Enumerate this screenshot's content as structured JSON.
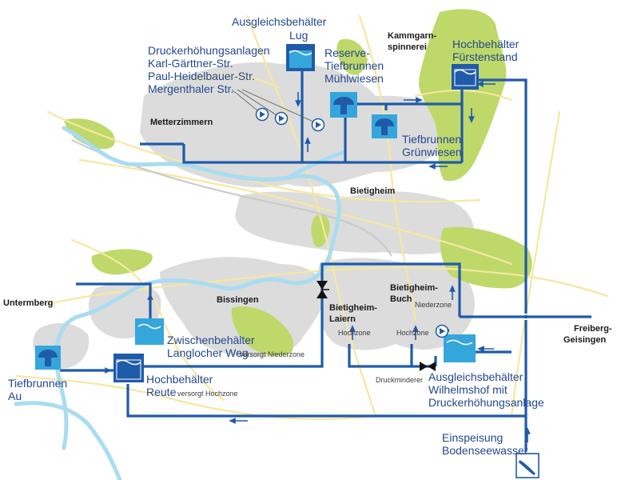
{
  "colors": {
    "pipe": "#1f5ba8",
    "settlement": "#dcdcdc",
    "forest": "#bfd86a",
    "river": "#a9dcf0",
    "road": "#f6e7a0",
    "tank": "#1f5ba8",
    "tank_light": "#35a6dc"
  },
  "icons": [
    "tank-icon",
    "well-icon",
    "pump-icon",
    "valve-icon",
    "pressure-reducer-icon",
    "lake-icon"
  ],
  "labels": {
    "ausgleich_lug": [
      "Ausgleichsbehälter",
      "Lug"
    ],
    "druckerhoehung": [
      "Druckerhöhungsanlagen",
      "Karl-Gärttner-Str.",
      "Paul-Heidelbauer-Str.",
      "Mergenthaler Str."
    ],
    "reserve_tiefbrunnen": [
      "Reserve-",
      "Tiefbrunnen",
      "Mühlwiesen"
    ],
    "kammgarn": [
      "Kammgarn-",
      "spinnerei"
    ],
    "hochbehaelter_fuerstenstand": [
      "Hochbehälter",
      "Fürstenstand"
    ],
    "tiefbrunnen_gruenwiesen": [
      "Tiefbrunnen",
      "Grünwiesen"
    ],
    "metterzimmern": "Metterzimmern",
    "bietigheim": "Bietigheim",
    "bietigheim_buch": [
      "Bietigheim-",
      "Buch"
    ],
    "niederzone_buch": "Niederzone",
    "bietigheim_laiern": [
      "Bietigheim-",
      "Laiern"
    ],
    "hochzone_laiern": "Hochzone",
    "hochzone_buch": "Hochzone",
    "untermberg": "Untermberg",
    "bissingen": "Bissingen",
    "zwischenbehaelter": [
      "Zwischenbehälter",
      "Langlocher Weg"
    ],
    "versorgt_niederzone": "versorgt Niederzone",
    "tiefbrunnen_au": [
      "Tiefbrunnen",
      "Au"
    ],
    "hochbehaelter_reute": [
      "Hochbehälter",
      "Reute"
    ],
    "versorgt_hochzone": "versorgt Hochzone",
    "druckminderer": "Druckminderer",
    "ausgleich_wilhelmshof": [
      "Ausgleichsbehälter",
      "Wilhelmshof mit",
      "Druckerhöhungsanlage"
    ],
    "freiberg": [
      "Freiberg-",
      "Geisingen"
    ],
    "einspeisung": [
      "Einspeisung",
      "Bodenseewasser"
    ]
  }
}
